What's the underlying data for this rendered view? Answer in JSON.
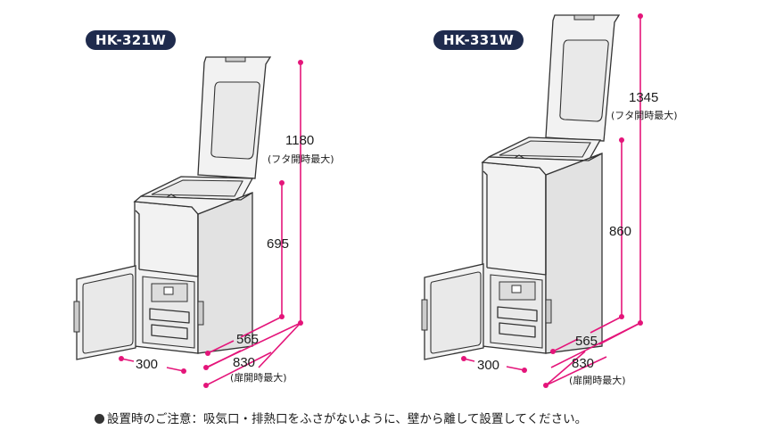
{
  "models": [
    {
      "name": "HK-321W",
      "dims": {
        "height_lid_open": "1180",
        "height_lid_open_note": "(フタ開時最大)",
        "height": "695",
        "depth": "565",
        "depth_door_open": "830",
        "depth_door_open_note": "(扉開時最大)",
        "door_width": "300"
      }
    },
    {
      "name": "HK-331W",
      "dims": {
        "height_lid_open": "1345",
        "height_lid_open_note": "(フタ開時最大)",
        "height": "860",
        "depth": "565",
        "depth_door_open": "830",
        "depth_door_open_note": "(扉開時最大)",
        "door_width": "300"
      }
    }
  ],
  "note": "設置時のご注意：吸気口・排熱口をふさがないように、壁から離して設置してください。",
  "colors": {
    "dimension_line": "#e4157a",
    "badge": "#1f2b4d",
    "outline": "#333333"
  }
}
